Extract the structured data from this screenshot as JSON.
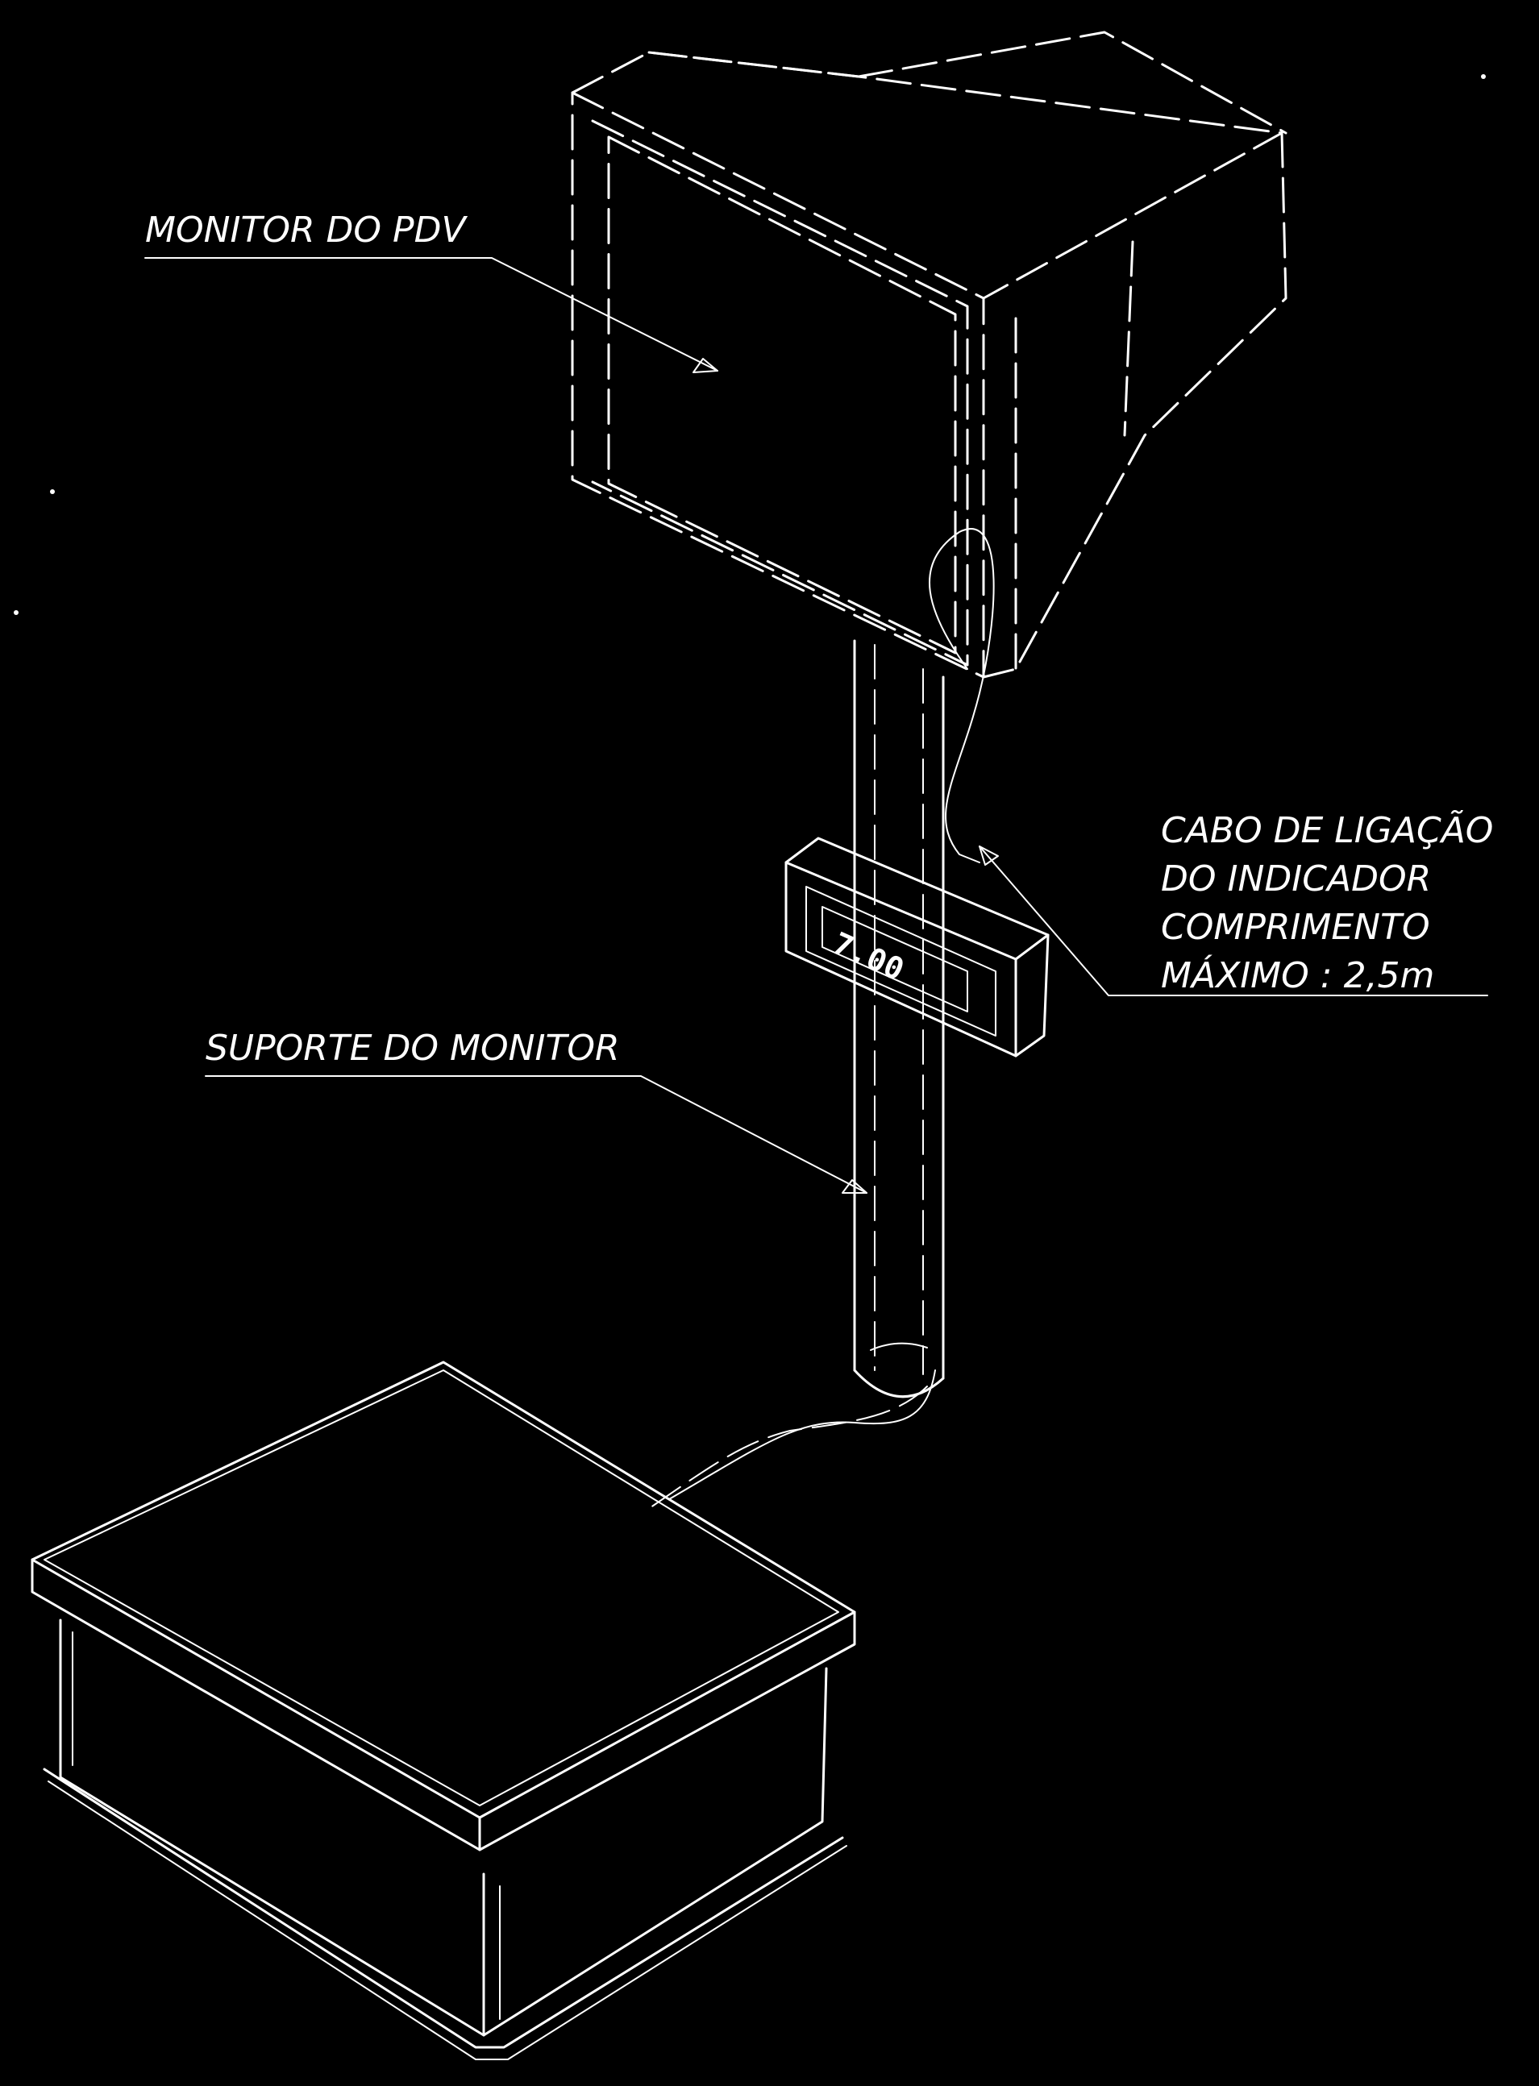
{
  "diagram": {
    "background_color": "#000000",
    "line_color": "#ffffff",
    "labels": {
      "monitor": "MONITOR DO PDV",
      "support": "SUPORTE DO MONITOR",
      "cable_line_1": "CABO DE LIGAÇÃO",
      "cable_line_2": "DO INDICADOR",
      "cable_line_3": "COMPRIMENTO",
      "cable_line_4": "MÁXIMO : 2,5m"
    },
    "indicator_display": "7.00"
  }
}
